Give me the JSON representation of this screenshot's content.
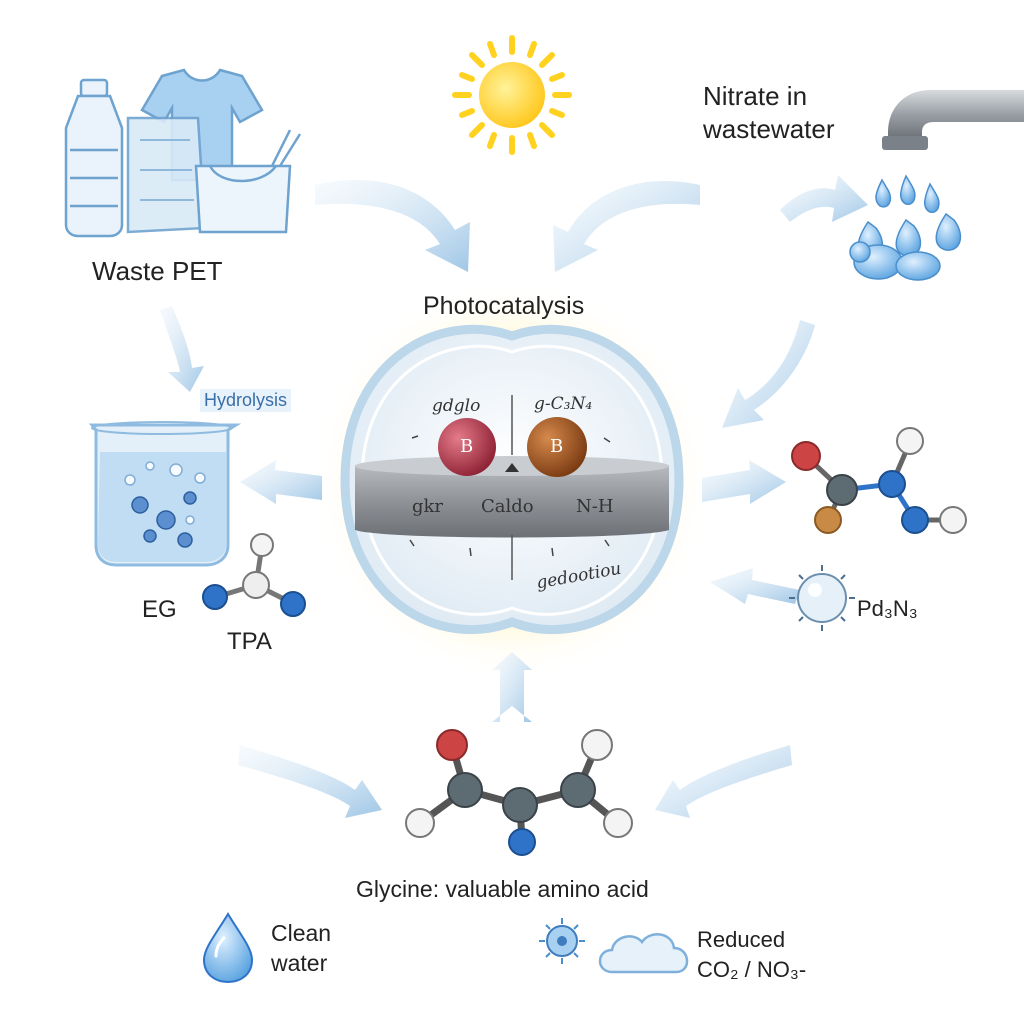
{
  "labels": {
    "waste_pet": "Waste PET",
    "nitrate": "Nitrate in\nwastewater",
    "photocatalysis": "Photocatalysis",
    "hydrolysis": "Hydrolysis",
    "eg": "EG",
    "tpa": "TPA",
    "pd": "Pd₃N₃",
    "glycine": "Glycine: valuable amino acid",
    "clean_water": "Clean\nwater",
    "reduced": "Reduced\nCO₂ / NO₃-"
  },
  "catalyst": {
    "top_left": "gdglo",
    "top_right": "g-C₃N₄",
    "bead_left": "B",
    "bead_right": "B",
    "mid_left": "gkr",
    "mid_center": "Caldo",
    "mid_right": "N-H",
    "bottom": "gedootiou"
  },
  "colors": {
    "arrow": "#a9cde9",
    "glow": "#fff2b0",
    "sun": "#ffd21f",
    "bead_left": "#b8364a",
    "bead_right": "#a0521e",
    "atom_red": "#cc4444",
    "atom_grey": "#5d6b72",
    "atom_blue": "#2f73c9",
    "atom_white": "#f4f4f4",
    "atom_brown": "#c88a44"
  },
  "icons": [
    "sun-icon",
    "plastic-bottle-icon",
    "tshirt-icon",
    "container-icon",
    "faucet-icon",
    "beaker-icon",
    "water-drop-icon",
    "bacteria-icon",
    "cloud-icon"
  ]
}
